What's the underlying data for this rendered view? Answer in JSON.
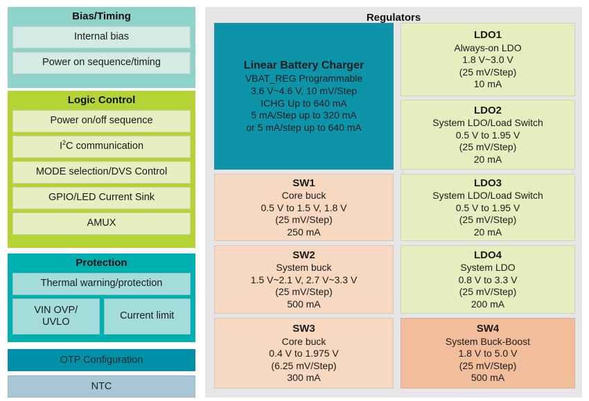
{
  "left_column": {
    "groups": [
      {
        "title": "Bias/Timing",
        "items": [
          {
            "label": "Internal bias"
          },
          {
            "label": "Power on sequence/timing"
          }
        ]
      },
      {
        "title": "Logic Control",
        "items": [
          {
            "label": "Power on/off sequence"
          },
          {
            "label": "I2C communication",
            "html": "I<sup>2</sup>C communication"
          },
          {
            "label": "MODE selection/DVS Control"
          },
          {
            "label": "GPIO/LED Current Sink"
          },
          {
            "label": "AMUX"
          }
        ]
      },
      {
        "title": "Protection",
        "items": [
          {
            "label": "Thermal warning/protection"
          },
          {
            "label": "VIN OVP/\nUVLO"
          },
          {
            "label": "Current limit"
          }
        ]
      }
    ],
    "standalone": [
      {
        "label": "OTP Configuration"
      },
      {
        "label": "NTC"
      }
    ]
  },
  "regulators": {
    "title": "Regulators",
    "cells": [
      {
        "name": "Linear Battery Charger",
        "lines": [
          "VBAT_REG Programmable",
          "3.6 V~4.6 V, 10 mV/Step",
          "ICHG Up to 640 mA",
          "5 mA/Step up to 320 mA",
          "or 5 mA/step up to 640 mA"
        ]
      },
      {
        "name": "LDO1",
        "lines": [
          "Always-on LDO",
          "1.8 V~3.0 V",
          "(25 mV/Step)",
          "10 mA"
        ]
      },
      {
        "name": "LDO2",
        "lines": [
          "System LDO/Load Switch",
          "0.5 V to 1.95 V",
          "(25 mV/Step)",
          "20 mA"
        ]
      },
      {
        "name": "SW1",
        "lines": [
          "Core buck",
          "0.5 V to 1.5 V, 1.8 V",
          "(25 mV/Step)",
          "250 mA"
        ]
      },
      {
        "name": "LDO3",
        "lines": [
          "System LDO/Load Switch",
          "0.5 V to 1.95 V",
          "(25 mV/Step)",
          "20 mA"
        ]
      },
      {
        "name": "SW2",
        "lines": [
          "System buck",
          "1.5 V~2.1 V, 2.7 V~3.3 V",
          "(25 mV/Step)",
          "500 mA"
        ]
      },
      {
        "name": "LDO4",
        "lines": [
          "System LDO",
          "0.8 V to 3.3 V",
          "(25 mV/Step)",
          "200 mA"
        ]
      },
      {
        "name": "SW3",
        "lines": [
          "Core buck",
          "0.4 V to 1.975 V",
          "(6.25 mV/Step)",
          "300 mA"
        ]
      },
      {
        "name": "SW4",
        "lines": [
          "System Buck-Boost",
          "1.8 V to 5.0 V",
          "(25 mV/Step)",
          "500 mA"
        ]
      }
    ]
  },
  "colors": {
    "bias_group": "#8ed2ca",
    "bias_chip": "#d3eae5",
    "logic_group": "#b5d334",
    "logic_chip": "#e7eec2",
    "protection_group": "#00b0b0",
    "protection_chip": "#a4dbdb",
    "otp": "#0090a8",
    "ntc": "#a8c6d4",
    "panel_bg": "#e6e6e9",
    "charger": "#0e94a8",
    "ldo": "#e6eec0",
    "sw": "#f7d8c0",
    "sw4": "#f2bd9b"
  }
}
